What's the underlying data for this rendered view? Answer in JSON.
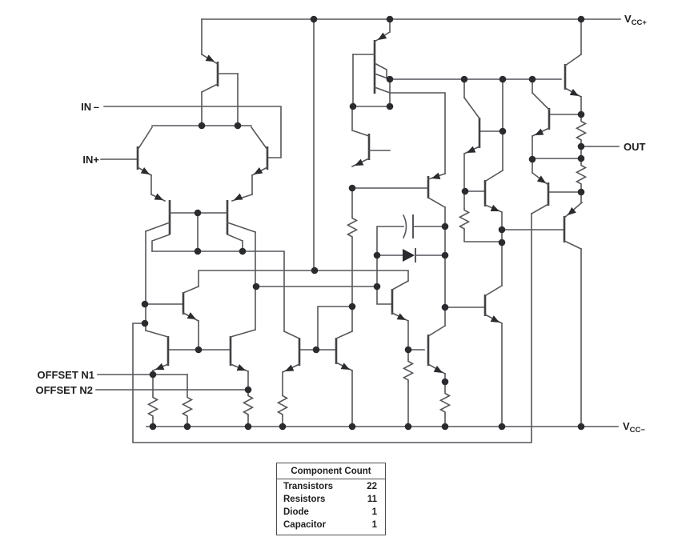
{
  "diagram": {
    "kind": "operational-amplifier equivalent schematic",
    "colors": {
      "line": "#55575c",
      "text": "#1e1e20",
      "background": "#ffffff"
    },
    "labels": {
      "in_minus": "IN –",
      "in_plus": "IN+",
      "offset_n1": "OFFSET N1",
      "offset_n2": "OFFSET N2",
      "out": "OUT",
      "vcc_plus": {
        "base": "V",
        "sub": "CC+"
      },
      "vcc_minus": {
        "base": "V",
        "sub": "CC−"
      }
    }
  },
  "component_count": {
    "title": "Component Count",
    "rows": [
      {
        "label": "Transistors",
        "value": "22"
      },
      {
        "label": "Resistors",
        "value": "11"
      },
      {
        "label": "Diode",
        "value": "1"
      },
      {
        "label": "Capacitor",
        "value": "1"
      }
    ]
  }
}
